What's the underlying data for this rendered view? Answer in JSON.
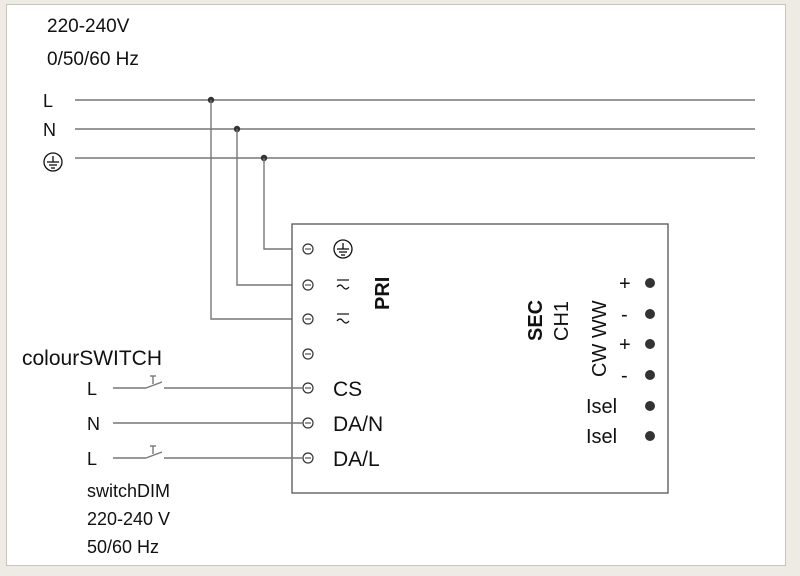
{
  "supply": {
    "voltage": "220-240V",
    "frequency": "0/50/60 Hz",
    "line_labels": [
      "L",
      "N"
    ]
  },
  "driver": {
    "primary_label": "PRI",
    "terminals": [
      "CS",
      "DA/N",
      "DA/L"
    ],
    "secondary": {
      "line1": "SEC",
      "line2": "CH1",
      "line3": "CW WW",
      "pins": [
        "+",
        "-",
        "+",
        "-"
      ],
      "isel": [
        "Isel",
        "Isel"
      ]
    }
  },
  "colourswitch": {
    "title": "colourSWITCH",
    "labels": [
      "L",
      "N",
      "L"
    ]
  },
  "switchdim": {
    "title": "switchDIM",
    "voltage": "220-240 V",
    "frequency": "50/60 Hz"
  },
  "colors": {
    "wire": "#777777",
    "ink": "#111111",
    "background": "#ffffff"
  }
}
